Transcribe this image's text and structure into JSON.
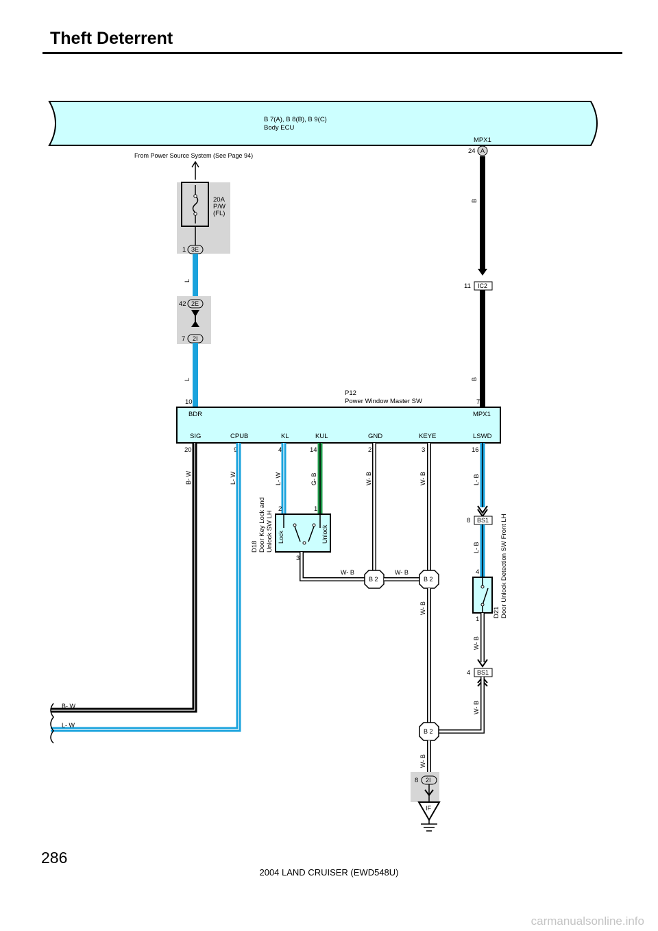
{
  "page": {
    "title": "Theft Deterrent",
    "page_number": "286",
    "footer": "2004 LAND CRUISER (EWD548U)",
    "watermark": "carmanualsonline.info"
  },
  "body_ecu": {
    "ref": "B 7(A), B 8(B), B 9(C)",
    "name": "Body ECU",
    "terminal": "MPX1",
    "pin": "24",
    "connector": "A"
  },
  "power_source": {
    "note": "From Power Source System (See Page 94)"
  },
  "fuse": {
    "rating": "20A",
    "name": "P/W",
    "location": "(FL)",
    "connector": "3E",
    "pin": "1"
  },
  "junction_connectors": [
    {
      "pin": "42",
      "name": "2E"
    },
    {
      "pin": "7",
      "name": "2I"
    },
    {
      "pin": "11",
      "name": "IC2"
    },
    {
      "pin": "8",
      "name": "BS1"
    },
    {
      "pin": "4",
      "name": "BS1"
    },
    {
      "pin": "8",
      "name": "2I"
    }
  ],
  "master_switch": {
    "ref": "P12",
    "name": "Power Window Master SW",
    "top_terminals": {
      "left": "BDR",
      "right": "MPX1"
    },
    "top_pins": {
      "left": "10",
      "right": "7"
    },
    "terminals": [
      {
        "name": "SIG",
        "pin": "20",
        "wire": "B- W"
      },
      {
        "name": "CPUB",
        "pin": "9",
        "wire": "L- W"
      },
      {
        "name": "KL",
        "pin": "4",
        "wire": "L- W"
      },
      {
        "name": "KUL",
        "pin": "14",
        "wire": "G- B"
      },
      {
        "name": "GND",
        "pin": "2",
        "wire": "W- B"
      },
      {
        "name": "KEYE",
        "pin": "3",
        "wire": "W- B"
      },
      {
        "name": "LSWD",
        "pin": "16",
        "wire": "L- B"
      }
    ]
  },
  "door_key_switch": {
    "ref": "D18",
    "name_line1": "Door Key Lock and",
    "name_line2": "Unlock SW LH",
    "lock": "Lock",
    "unlock": "Unlock",
    "pins": [
      "2",
      "1",
      "3"
    ]
  },
  "door_unlock_switch": {
    "ref": "D21",
    "name": "Door Unlock Detection SW Front LH",
    "pins": [
      "4",
      "1"
    ]
  },
  "wires": {
    "b": "B",
    "l": "L",
    "w_b": "W- B",
    "l_b": "L- B",
    "b_w": "B- W",
    "l_w": "L- W"
  },
  "splices": [
    "B 2",
    "B 2",
    "B 2"
  ],
  "ground": "IF",
  "colors": {
    "ecu_fill": "#ccffff",
    "wire_blue": "#1aa3dd",
    "wire_green": "#1f9a4a",
    "junction_gray": "#d6d6d6",
    "master_fill": "#ccffff"
  }
}
